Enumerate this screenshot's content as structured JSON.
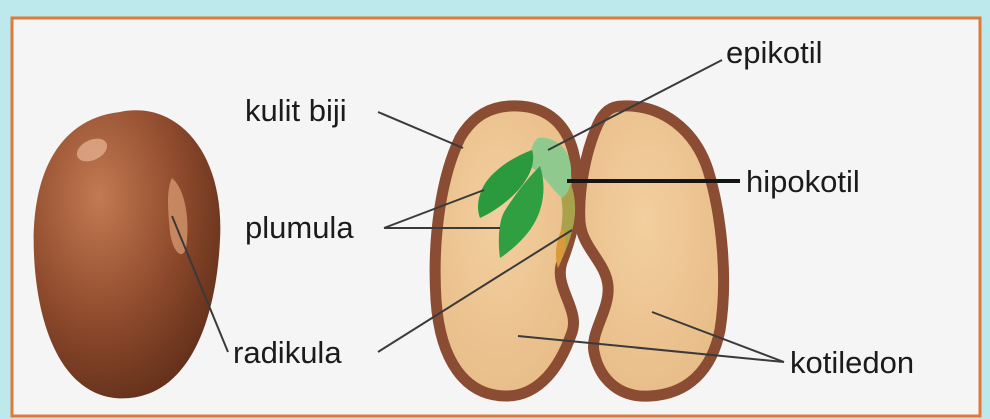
{
  "diagram": {
    "labels": {
      "seed_coat": "kulit biji",
      "epicotyl": "epikotil",
      "hypocotyl": "hipokotil",
      "plumule": "plumula",
      "radicle": "radikula",
      "cotyledon": "kotiledon"
    },
    "colors": {
      "outer_background": "#bde9ec",
      "frame_border": "#e07a3a",
      "panel": "#f4f5f4",
      "whole_seed": "#8b4a2c",
      "seed_coat": "#8a4c32",
      "cotyledon": "#edc594",
      "plumule": "#2b9a3e",
      "epicotyl": "#8fc98e",
      "leader_line": "#3a3a3a"
    }
  }
}
